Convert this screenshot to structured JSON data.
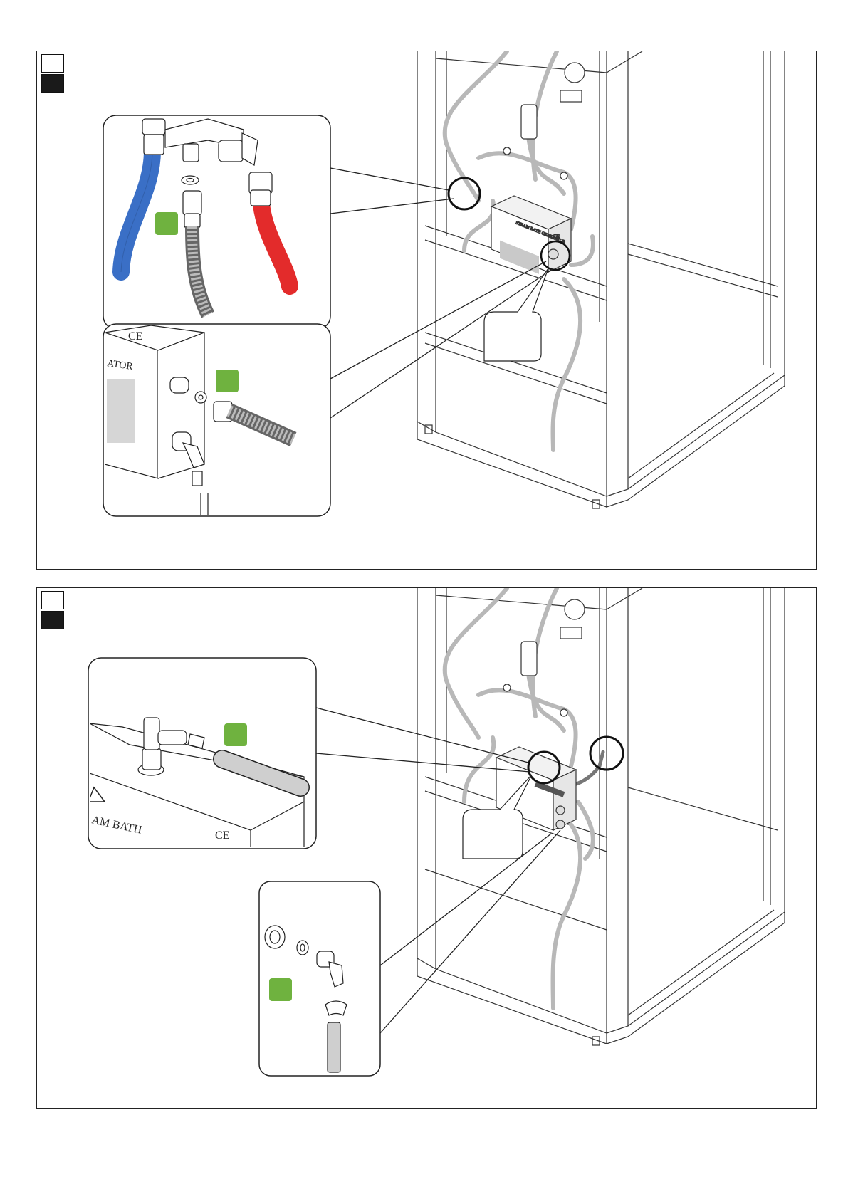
{
  "colors": {
    "badge_green": "#6fb23f",
    "hose_blue": "#3a6fc6",
    "hose_red": "#e32b2b",
    "line": "#222222",
    "pipe_grey": "#b8b8b8"
  },
  "panel_top": {
    "step_boxes": [
      "white",
      "black"
    ],
    "callout_1": {
      "badge": "green-square"
    },
    "callout_2": {
      "badge": "green-square",
      "ce_mark": "CE",
      "label_text": "ATOR"
    },
    "generator_label": "STEAM BATH GENERATOR",
    "icons": [
      "hand-icon",
      "warning-triangle-icon"
    ]
  },
  "panel_bottom": {
    "step_boxes": [
      "white",
      "black"
    ],
    "callout_1": {
      "badge": "green-square",
      "label_text": "AM BATH",
      "ce_mark": "CE",
      "icons": [
        "electric-hazard-icon"
      ]
    },
    "callout_2": {
      "badge": "green-square"
    }
  }
}
